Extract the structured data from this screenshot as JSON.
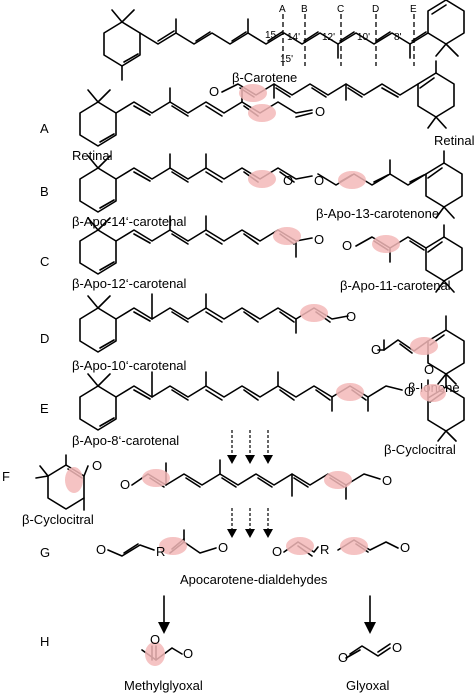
{
  "cleavage_sites": {
    "top": [
      "A",
      "B",
      "C",
      "D",
      "E"
    ],
    "positions": [
      "15",
      "14'",
      "12'",
      "10'",
      "8'"
    ],
    "positions_lower": [
      "15'"
    ]
  },
  "labels": {
    "carotene": "β-Carotene",
    "retinal_a": "Retinal",
    "retinal_b": "Retinal",
    "apo14": "β-Apo-14‘-carotenal",
    "apo13": "β-Apo-13-carotenone",
    "apo12": "β-Apo-12‘-carotenal",
    "apo11": "β-Apo-11-carotenal",
    "apo10": "β-Apo-10‘-carotenal",
    "ionone": "β-Ionone",
    "apo8": "β-Apo-8‘-carotenal",
    "cyclocitral_e": "β-Cyclocitral",
    "cyclocitral_f": "β-Cyclocitral",
    "dialdehydes": "Apocarotene-dialdehydes",
    "methylglyoxal": "Methylglyoxal",
    "glyoxal": "Glyoxal"
  },
  "rows": [
    "A",
    "B",
    "C",
    "D",
    "E",
    "F",
    "G",
    "H"
  ],
  "atoms": {
    "oxygen": "O",
    "r_group": "R"
  },
  "colors": {
    "highlight": "#f3b8b8",
    "ink": "#000000"
  }
}
